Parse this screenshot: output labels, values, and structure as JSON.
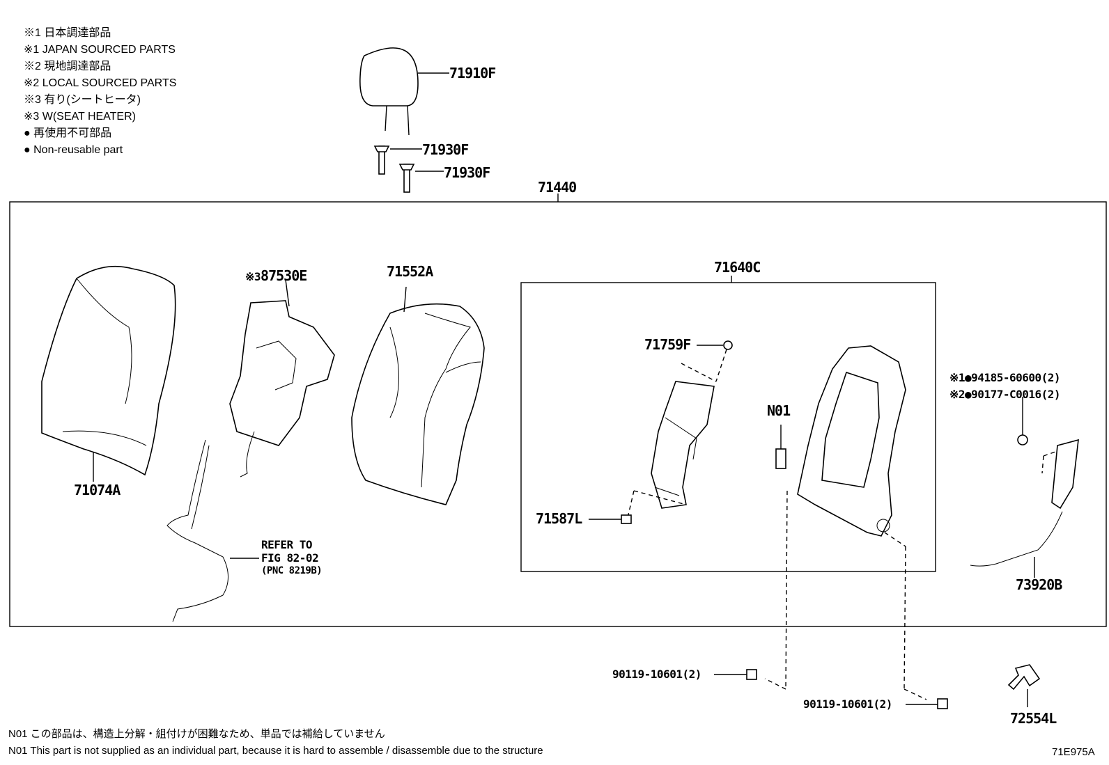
{
  "legend": [
    "※1 日本調達部品",
    "※1 JAPAN SOURCED PARTS",
    "※2 現地調達部品",
    "※2 LOCAL SOURCED PARTS",
    "※3 有り(シートヒータ)",
    "※3 W(SEAT HEATER)",
    "● 再使用不可部品",
    "● Non-reusable part"
  ],
  "parts": {
    "headrest": "71910F",
    "guide_a": "71930F",
    "guide_b": "71930F",
    "assembly": "71440",
    "frame_sub": "71640C",
    "pad": "71074A",
    "heater_prefix": "※3",
    "heater": "87530E",
    "cover": "71552A",
    "clip": "71759F",
    "n01": "N01",
    "spring": "71587L",
    "harness": "73920B",
    "lever_prefix_1": "※1●",
    "lever_pn_1": "94185-60600(2)",
    "lever_prefix_2": "※2●",
    "lever_pn_2": "90177-C0016(2)",
    "bolt_a": "90119-10601(2)",
    "bolt_b": "90119-10601(2)",
    "knob": "72554L"
  },
  "refer": {
    "line1": "REFER TO",
    "line2": "FIG 82-02",
    "line3": "(PNC 8219B)"
  },
  "notes": [
    "N01 この部品は、構造上分解・組付けが困難なため、単品では補給していません",
    "N01 This part is not supplied as an individual part, because it is hard to assemble / disassemble due to the structure"
  ],
  "figure_id": "71E975A"
}
